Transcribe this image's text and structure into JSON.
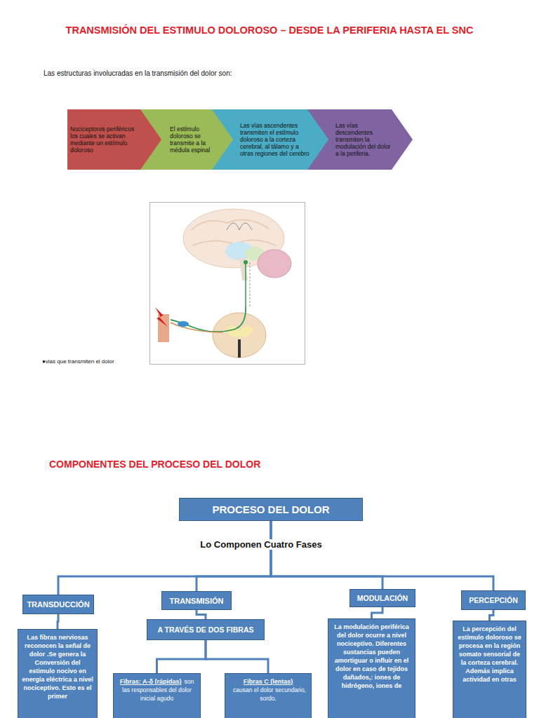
{
  "diagram": {
    "title": "TRANSMISIÓN DEL ESTIMULO DOLOROSO – DESDE LA PERIFERIA HASTA EL SNC",
    "nodes": [
      {
        "text": [
          "Nociceptores periféricos los cuales se activan mediante un estímulo doloroso"
        ]
      },
      {
        "text": [
          "El estímulo doloroso se transmite a la médula espinal"
        ]
      },
      {
        "text": [
          "Las vías ascendentes transmiten el estímulo doloroso a la corteza cerebral, al tálamo y a otras regiones del cerebro"
        ]
      },
      {
        "text": [
          "Las vías descendentes transmiten la modulación del dolor a la periferia."
        ]
      },
      {
        "text": [
          "PROCESO DEL DOLOR"
        ]
      },
      {
        "text": [
          "TRANSDUCCIÓN"
        ]
      },
      {
        "text": [
          "TRANSMISIÓN"
        ]
      },
      {
        "text": [
          "MODULACIÓN"
        ]
      },
      {
        "text": [
          "PERCEPCIÓN"
        ]
      },
      {
        "text": [
          "Las fibras nerviosas reconocen la señal de dolor .Se genera la Conversión del estimulo nocivo en energía eléctrica a nivel nociceptivo. Esto es el primer"
        ]
      },
      {
        "text": [
          "A TRAVÉS DE DOS FIBRAS"
        ]
      },
      {
        "text": [
          "La modulación periférica del dolor ocurre a nivel nociceptivo. Diferentes sustancias pueden amortiguar o influir en el dolor en caso de tejidos dañados,: iones de hidrógeno, iones de"
        ]
      },
      {
        "text": [
          "La percepción del estímulo doloroso se procesa en la región somato sensorial de la corteza cerebral. Además implica actividad en otras"
        ]
      },
      {
        "text": [
          "Fibras: A-δ (rápidas)",
          "son las responsables del dolor inicial agudo"
        ]
      },
      {
        "text": [
          "Fibras C (lentas)",
          "causan el dolor secundario, sordo."
        ]
      }
    ],
    "edges": [
      {
        "from": 4,
        "to": 5,
        "arrow": "none"
      },
      {
        "from": 4,
        "to": 6,
        "arrow": "none"
      },
      {
        "from": 4,
        "to": 7,
        "arrow": "none"
      },
      {
        "from": 4,
        "to": 8,
        "arrow": "none"
      },
      {
        "from": 5,
        "to": 9,
        "arrow": "none"
      },
      {
        "from": 6,
        "to": 10,
        "arrow": "none"
      },
      {
        "from": 7,
        "to": 11,
        "arrow": "none"
      },
      {
        "from": 8,
        "to": 12,
        "arrow": "none"
      },
      {
        "from": 10,
        "to": 13,
        "arrow": "none"
      },
      {
        "from": 10,
        "to": 14,
        "arrow": "none"
      }
    ],
    "labels": [
      "Las estructuras involucradas en la transmisión del dolor son:",
      "●vias que transmiten el dolor",
      "COMPONENTES DEL PROCESO DEL DOLOR",
      "Lo Componen Cuatro Fases"
    ]
  }
}
